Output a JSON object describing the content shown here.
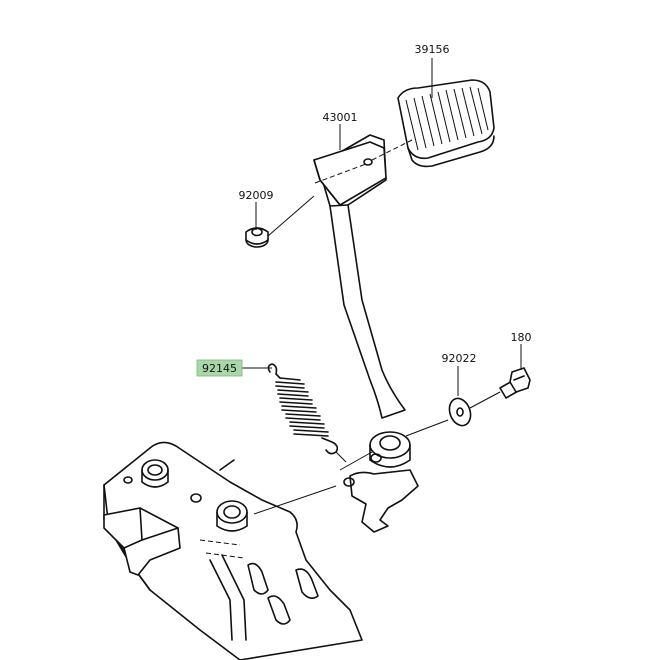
{
  "parts": [
    {
      "id": "p39156",
      "number": "39156",
      "highlighted": false
    },
    {
      "id": "p43001",
      "number": "43001",
      "highlighted": false
    },
    {
      "id": "p92009",
      "number": "92009",
      "highlighted": false
    },
    {
      "id": "p92145",
      "number": "92145",
      "highlighted": true
    },
    {
      "id": "p92022",
      "number": "92022",
      "highlighted": false
    },
    {
      "id": "p180",
      "number": "180",
      "highlighted": false
    }
  ],
  "colors": {
    "highlight": "#a9d7a8",
    "line": "#111111",
    "background": "#ffffff"
  }
}
